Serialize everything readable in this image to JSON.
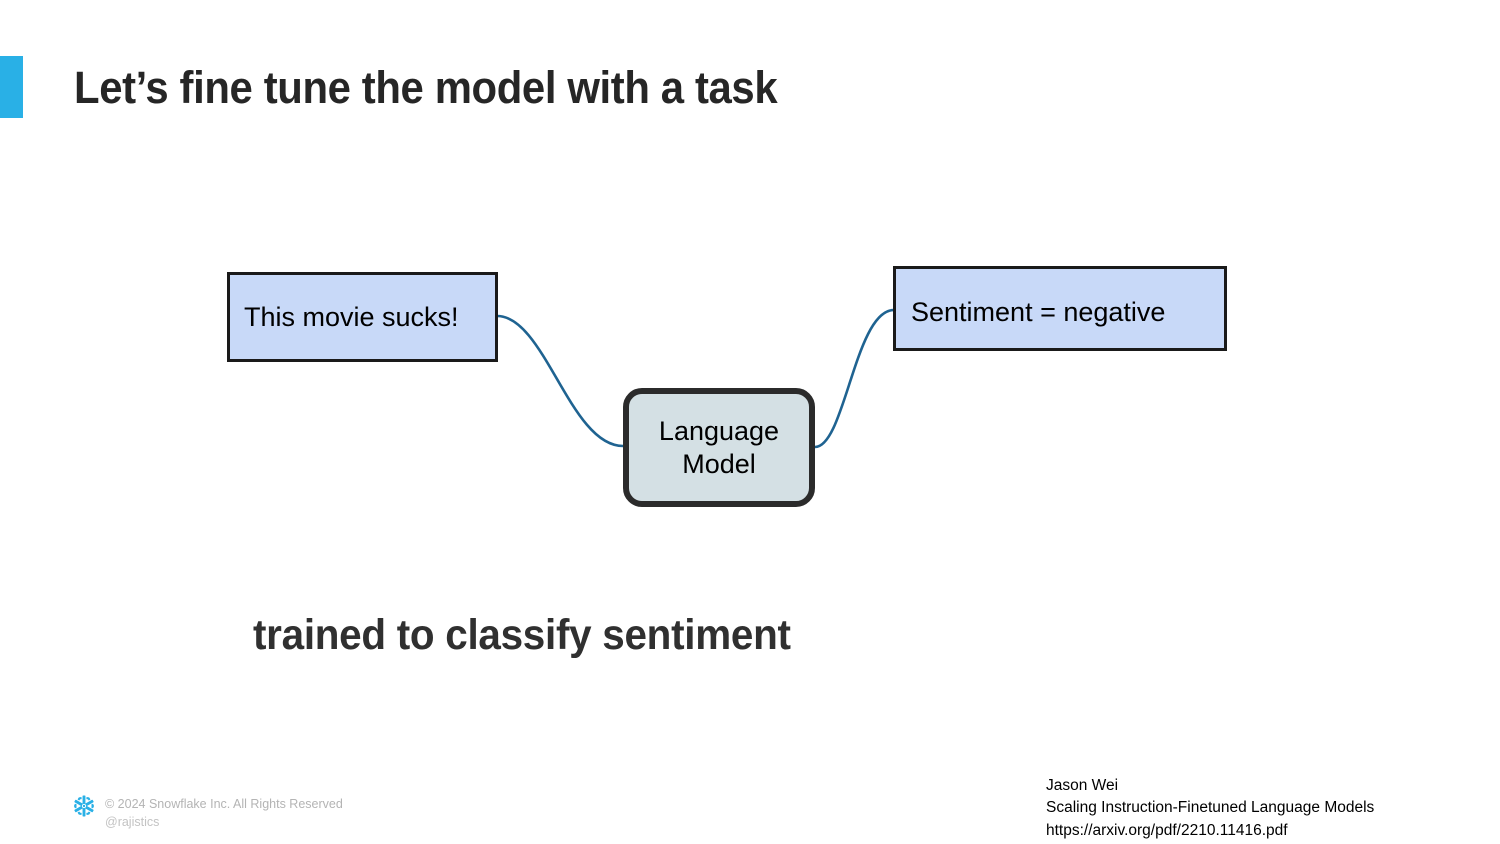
{
  "slide": {
    "title": "Let’s fine tune the model with a task",
    "caption": "trained to classify sentiment",
    "accent_color": "#29b0e6"
  },
  "diagram": {
    "input_box": {
      "label": "This movie sucks!",
      "fill_color": "#c8d9f8",
      "border_color": "#1a1a1a"
    },
    "model_box": {
      "line1": "Language",
      "line2": "Model",
      "fill_color": "#d4e0e4",
      "border_color": "#2b2b2b"
    },
    "output_box": {
      "label": "Sentiment = negative",
      "fill_color": "#c8d9f8",
      "border_color": "#1a1a1a"
    },
    "connector_color": "#1f6391"
  },
  "citation": {
    "author": "Jason Wei",
    "paper_title": "Scaling Instruction-Finetuned Language Models",
    "url": "https://arxiv.org/pdf/2210.11416.pdf"
  },
  "footer": {
    "copyright": "© 2024 Snowflake Inc. All Rights Reserved",
    "handle": "@rajistics",
    "logo_color": "#29b0e6"
  }
}
